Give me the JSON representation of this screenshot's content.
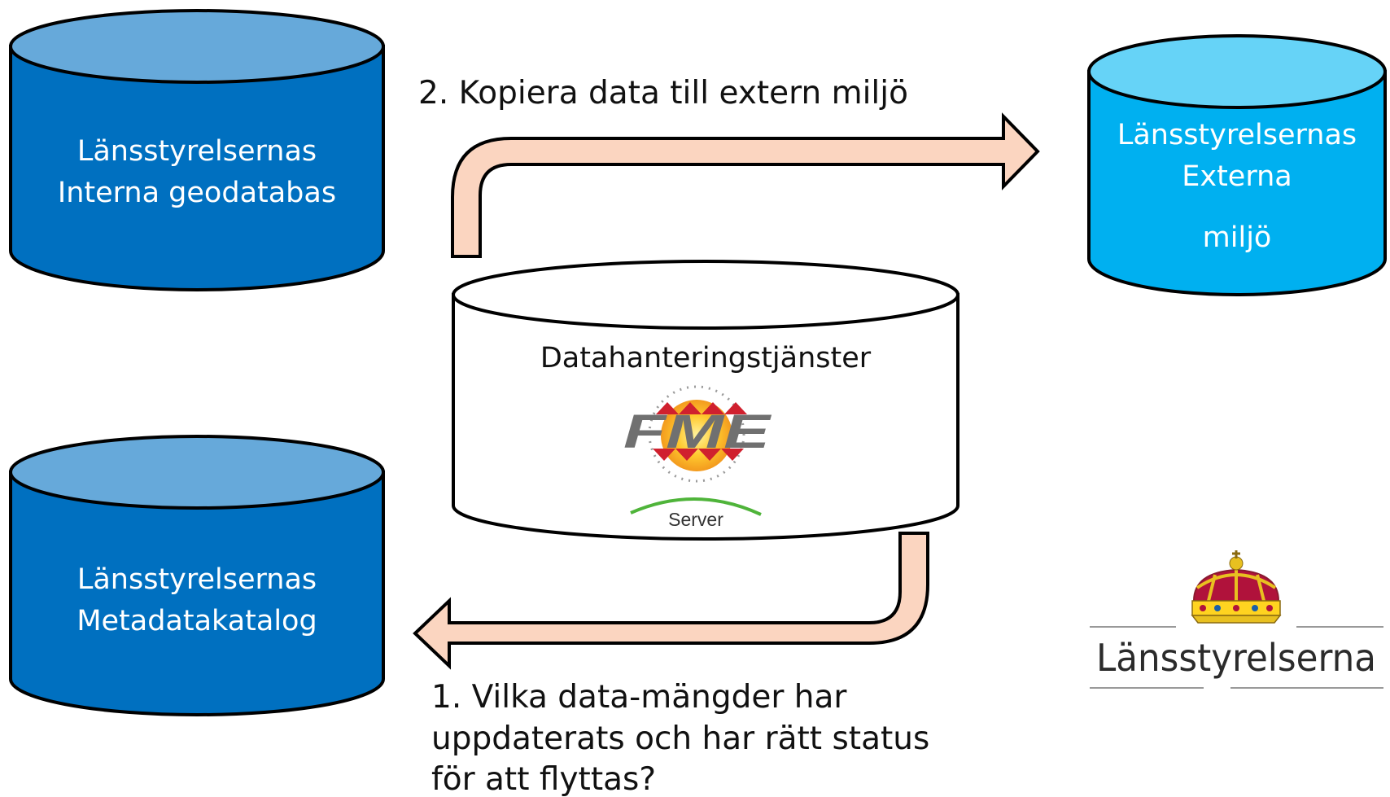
{
  "databases": {
    "internal": {
      "line1": "Länsstyrelsernas",
      "line2": "Interna geodatabas",
      "body_color": "#0070C0",
      "top_color": "#66A9DA"
    },
    "external": {
      "line1": "Länsstyrelsernas",
      "line2": "Externa",
      "line3": "miljö",
      "body_color": "#00B0F0",
      "top_color": "#66D3F7"
    },
    "metadata": {
      "line1": "Länsstyrelsernas",
      "line2": "Metadatakatalog",
      "body_color": "#0070C0",
      "top_color": "#66A9DA"
    },
    "services": {
      "line1": "Datahanteringstjänster",
      "body_color": "#ffffff",
      "top_color": "#ffffff"
    }
  },
  "fme_logo": {
    "letters": "FME",
    "sub": "Server",
    "icon": "fme-server-logo"
  },
  "arrows": {
    "copy": {
      "label": "2. Kopiera data till extern miljö",
      "fill": "#FBD5C0"
    },
    "query": {
      "line1": "1. Vilka data-mängder har",
      "line2": "uppdaterats och har rätt status",
      "line3": "för att flyttas?",
      "fill": "#FBD5C0"
    }
  },
  "brand": {
    "name": "Länsstyrelserna",
    "icon": "crown-icon",
    "crown_color": "#FFD320",
    "crown_band_color": "#B0123B"
  }
}
